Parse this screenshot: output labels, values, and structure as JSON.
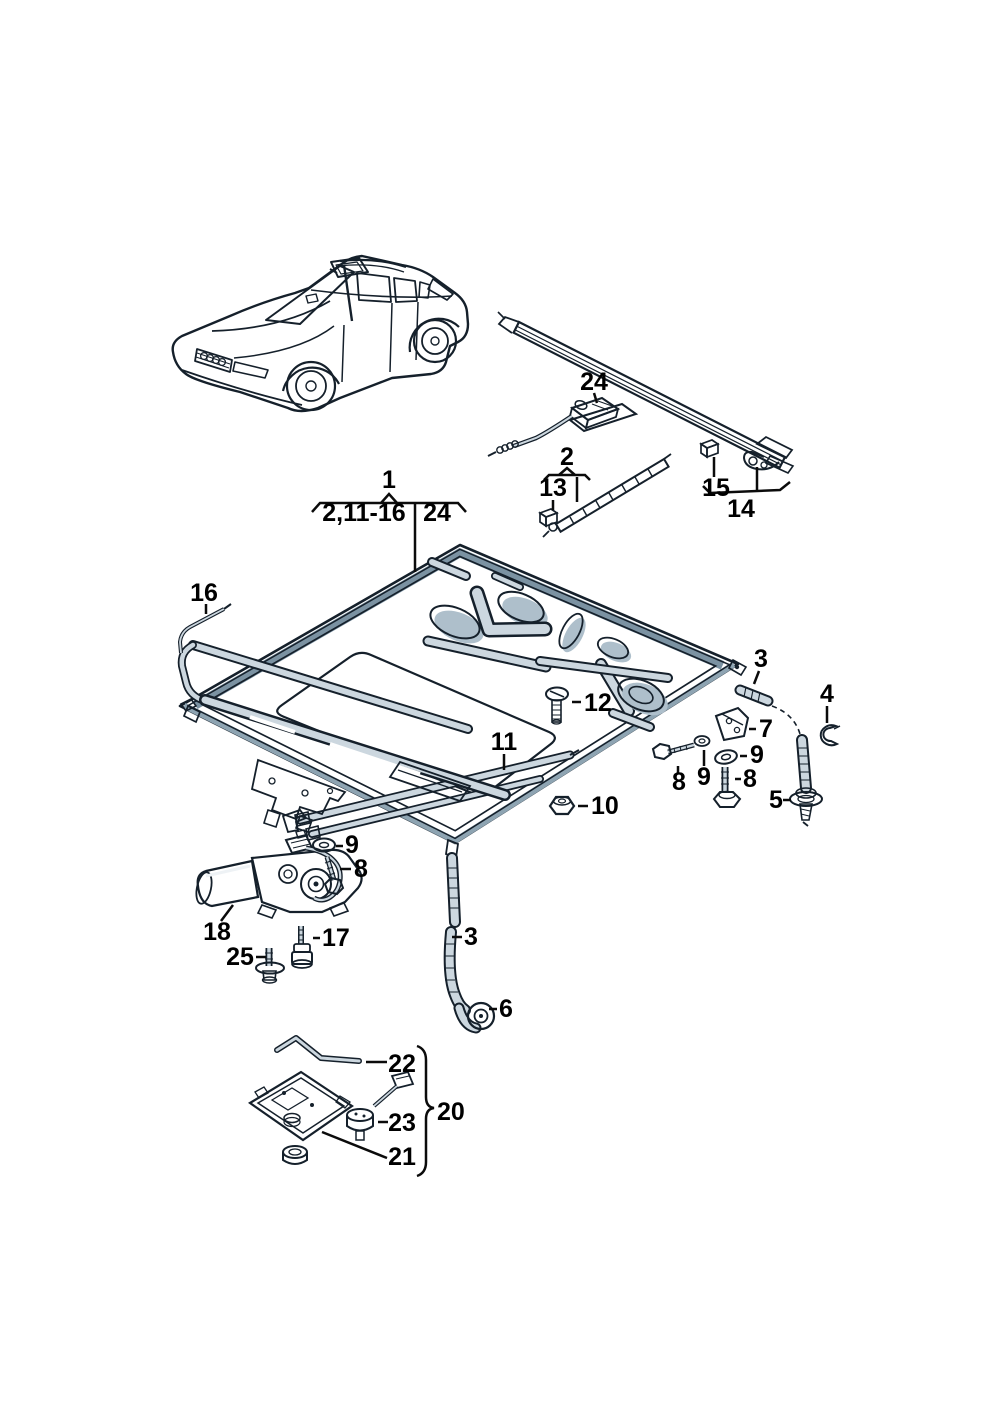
{
  "diagram": {
    "colors": {
      "background": "#ffffff",
      "outline": "#15202b",
      "fill_light": "#dde4ea",
      "fill_mid": "#c3cfd8",
      "fill_dark": "#7b92a2",
      "glass": "#b8c8d4",
      "label_text": "#000000"
    },
    "callouts": {
      "c1": "1",
      "c2_11_16": "2,11-16",
      "c24a": "24",
      "c24b": "24",
      "c2": "2",
      "c13": "13",
      "c15": "15",
      "c14": "14",
      "c16": "16",
      "c12": "12",
      "c11": "11",
      "c10": "10",
      "c3a": "3",
      "c4": "4",
      "c7": "7",
      "c9a": "9",
      "c8a": "8",
      "c9b": "9",
      "c8b": "8",
      "c5": "5",
      "c18": "18",
      "c9c": "9",
      "c8c": "8",
      "c17": "17",
      "c25": "25",
      "c3b": "3",
      "c6": "6",
      "c22": "22",
      "c23": "23",
      "c20": "20",
      "c21": "21"
    }
  }
}
